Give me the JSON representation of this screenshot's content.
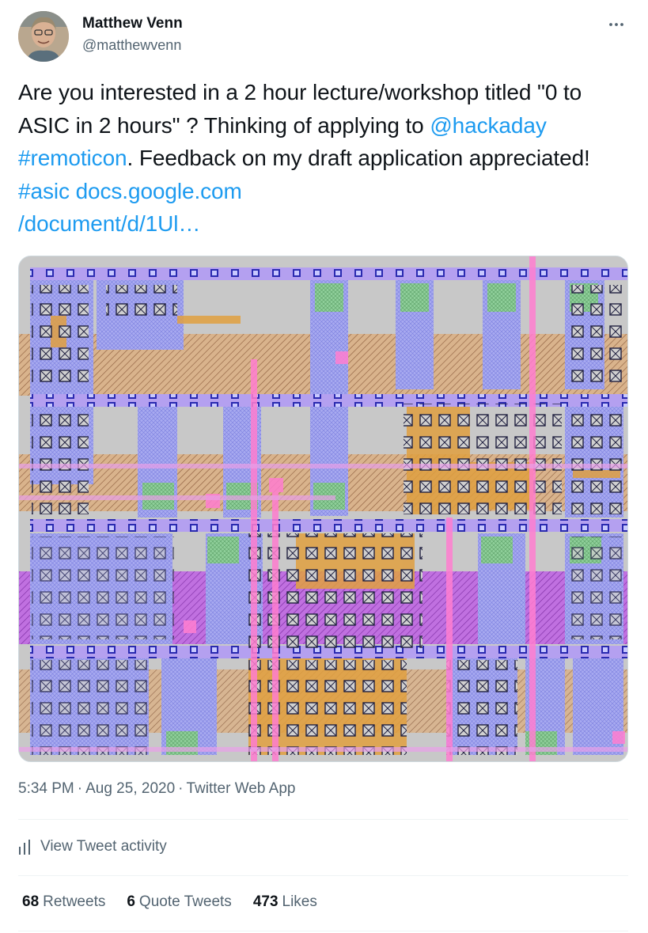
{
  "author": {
    "name": "Matthew Venn",
    "handle": "@matthewvenn"
  },
  "tweet": {
    "text_1": "Are you interested in a 2 hour lecture/workshop titled \"0 to ASIC in 2 hours\" ? Thinking of applying to ",
    "mention": "@hackaday",
    "space_1": " ",
    "hashtag_1": "#remoticon",
    "text_2": ". Feedback on my draft application appreciated! ",
    "hashtag_2": "#asic",
    "space_2": " ",
    "link_1": "docs.google.com",
    "link_2": "/document/d/1Ul…"
  },
  "meta": {
    "time": "5:34 PM",
    "separator_1": "·",
    "date": "Aug 25, 2020",
    "separator_2": "·",
    "source": "Twitter Web App"
  },
  "activity": {
    "label": "View Tweet activity",
    "icon": "bar-chart-icon"
  },
  "stats": {
    "retweets_count": "68",
    "retweets_label": "Retweets",
    "quotes_count": "6",
    "quotes_label": "Quote Tweets",
    "likes_count": "473",
    "likes_label": "Likes"
  },
  "icons": {
    "more": "more-horizontal-icon",
    "avatar": "avatar"
  },
  "colors": {
    "link": "#1d9bf0",
    "secondary_text": "#536471",
    "primary_text": "#0f1419"
  }
}
